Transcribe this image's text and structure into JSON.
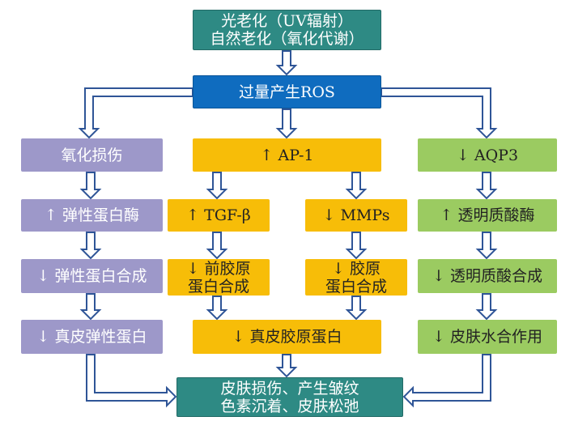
{
  "colors": {
    "teal": "#2e8a84",
    "blue": "#0f6cbf",
    "purple": "#9d98c9",
    "yellow": "#f7bd08",
    "green": "#9bcb61",
    "arrow_fill": "#ffffff",
    "arrow_stroke": "#2f5597"
  },
  "nodes": {
    "top": {
      "line1": "光老化（UV辐射）",
      "line2": "自然老化（氧化代谢）"
    },
    "ros": "过量产生ROS",
    "left": {
      "n1": "氧化损伤",
      "n2": "↑ 弹性蛋白酶",
      "n3": "↓ 弹性蛋白合成",
      "n4": "↓ 真皮弹性蛋白"
    },
    "middle": {
      "ap1": "↑ AP-1",
      "tgf": "↑ TGF-β",
      "mmps": "↓ MMPs",
      "tgf_result": {
        "line1": "↓ 前胶原",
        "line2": "蛋白合成"
      },
      "mmps_result": {
        "line1": "↓ 胶原",
        "line2": "蛋白合成"
      },
      "collagen": "↓ 真皮胶原蛋白"
    },
    "right": {
      "n1": "↓ AQP3",
      "n2": "↑ 透明质酸酶",
      "n3": "↓ 透明质酸合成",
      "n4": "↓ 皮肤水合作用"
    },
    "bottom": {
      "line1": "皮肤损伤、产生皱纹",
      "line2": "色素沉着、皮肤松弛"
    }
  }
}
